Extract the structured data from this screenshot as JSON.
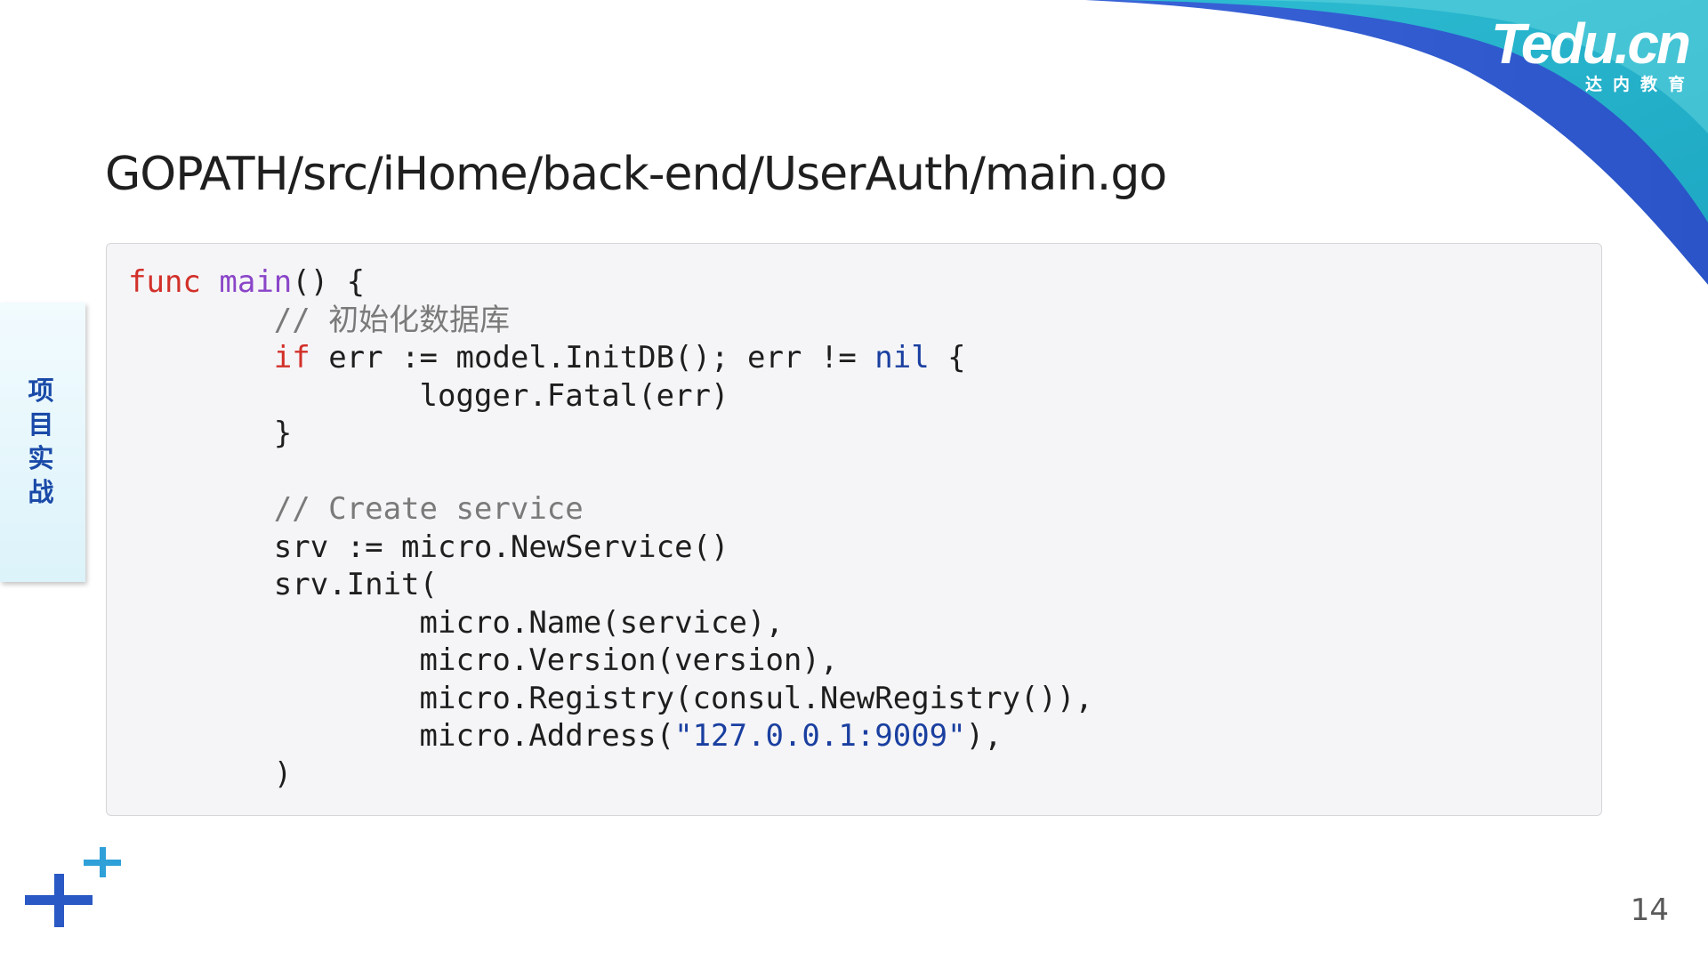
{
  "colors": {
    "accent_dark_blue": "#2f5bd0",
    "accent_cyan": "#39c1d4",
    "keyword_red": "#d2302a",
    "function_purple": "#8a45c8",
    "comment_gray": "#7a7a7a",
    "literal_blue": "#1a3fa0"
  },
  "brand": {
    "name": "Tedu.cn",
    "subtitle": "达内教育",
    "logo_icon": "tedu-logo"
  },
  "side_tab": {
    "label": "项目实战"
  },
  "title": "GOPATH/src/iHome/back-end/UserAuth/main.go",
  "code": {
    "language": "go",
    "lines": [
      {
        "indent": 0,
        "tokens": [
          {
            "t": "kw",
            "v": "func"
          },
          {
            "t": "p",
            "v": " "
          },
          {
            "t": "fn",
            "v": "main"
          },
          {
            "t": "p",
            "v": "() {"
          }
        ]
      },
      {
        "indent": 1,
        "tokens": [
          {
            "t": "cm",
            "v": "// 初始化数据库"
          }
        ]
      },
      {
        "indent": 1,
        "tokens": [
          {
            "t": "kw",
            "v": "if"
          },
          {
            "t": "p",
            "v": " err := model.InitDB(); err != "
          },
          {
            "t": "bl",
            "v": "nil"
          },
          {
            "t": "p",
            "v": " {"
          }
        ]
      },
      {
        "indent": 2,
        "tokens": [
          {
            "t": "p",
            "v": "logger.Fatal(err)"
          }
        ]
      },
      {
        "indent": 1,
        "tokens": [
          {
            "t": "p",
            "v": "}"
          }
        ]
      },
      {
        "indent": 0,
        "tokens": []
      },
      {
        "indent": 1,
        "tokens": [
          {
            "t": "cm",
            "v": "// Create service"
          }
        ]
      },
      {
        "indent": 1,
        "tokens": [
          {
            "t": "p",
            "v": "srv := micro.NewService()"
          }
        ]
      },
      {
        "indent": 1,
        "tokens": [
          {
            "t": "p",
            "v": "srv.Init("
          }
        ]
      },
      {
        "indent": 2,
        "tokens": [
          {
            "t": "p",
            "v": "micro.Name(service),"
          }
        ]
      },
      {
        "indent": 2,
        "tokens": [
          {
            "t": "p",
            "v": "micro.Version(version),"
          }
        ]
      },
      {
        "indent": 2,
        "tokens": [
          {
            "t": "p",
            "v": "micro.Registry(consul.NewRegistry()),"
          }
        ]
      },
      {
        "indent": 2,
        "tokens": [
          {
            "t": "p",
            "v": "micro.Address("
          },
          {
            "t": "bl",
            "v": "\"127.0.0.1:9009\""
          },
          {
            "t": "p",
            "v": "),"
          }
        ]
      },
      {
        "indent": 1,
        "tokens": [
          {
            "t": "p",
            "v": ")"
          }
        ]
      }
    ]
  },
  "decor_icon": "plus-icon",
  "page_number": "14"
}
